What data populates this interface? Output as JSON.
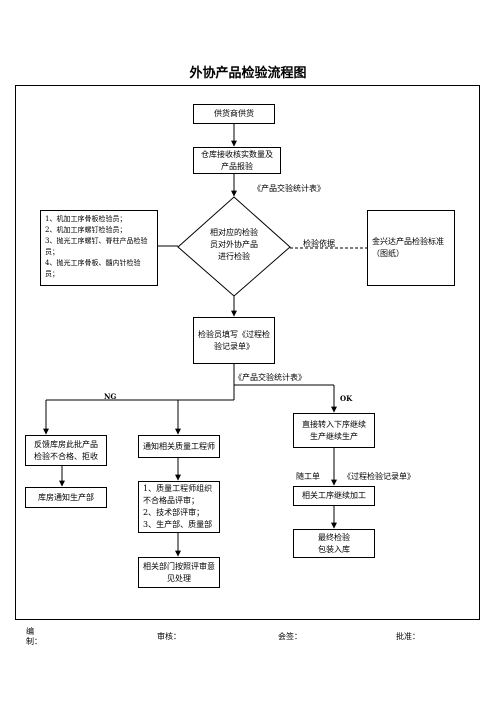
{
  "title": "外协产品检验流程图",
  "nodes": {
    "supplier": "供货商供货",
    "warehouse": "仓库接收核实数量及\n产品报验",
    "decision": "相对应的检验\n员对外协产品\n进行检验",
    "inspectors": "1、机加工序骨板检验员；\n2、机加工序螺钉检验员；\n3、抛光工序螺钉、脊柱产品检验员；\n4、抛光工序骨板、髓内针检验员；",
    "standard": "金兴达产品检验标准（图纸）",
    "record": "检验员填写《过程检\n验记录单》",
    "reject_notify": "反馈库房此批产品\n检验不合格、拒收",
    "warehouse_notify": "库房通知生产部",
    "quality_notify": "通知相关质量工程师",
    "review": "1、质量工程师组织\n不合格品评审；\n2、技术部评审；\n3、生产部、质量部",
    "handle": "相关部门按照评审意\n见处理",
    "next_process": "直接转入下序继续\n生产继续生产",
    "continue": "相关工序继续加工",
    "final": "最终检验\n包装入库"
  },
  "labels": {
    "stats1": "《产品交验统计表》",
    "basis": "检验依据",
    "stats2": "《产品交验统计表》",
    "ng": "NG",
    "ok": "OK",
    "ticket": "随工单",
    "process_record": "《过程检验记录单》"
  },
  "footer": {
    "prepared": "编\n制：",
    "reviewed": "审核：",
    "countersign": "会签：",
    "approved": "批准："
  }
}
